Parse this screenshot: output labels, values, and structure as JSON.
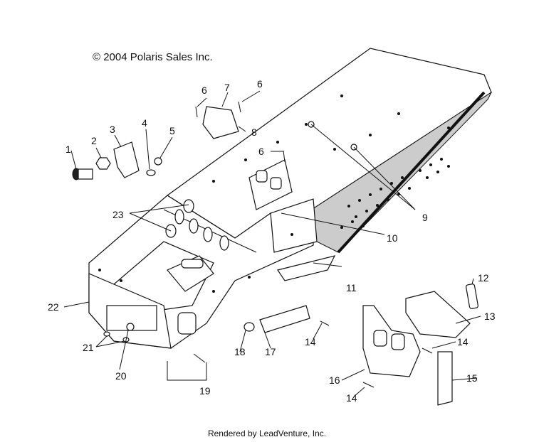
{
  "copyright": "© 2004 Polaris Sales Inc.",
  "footer": "Rendered by LeadVenture, Inc.",
  "callouts": [
    "1",
    "2",
    "3",
    "4",
    "5",
    "6",
    "6",
    "6",
    "7",
    "8",
    "9",
    "10",
    "11",
    "12",
    "13",
    "14",
    "14",
    "14",
    "15",
    "16",
    "17",
    "18",
    "19",
    "20",
    "21",
    "22",
    "23"
  ]
}
